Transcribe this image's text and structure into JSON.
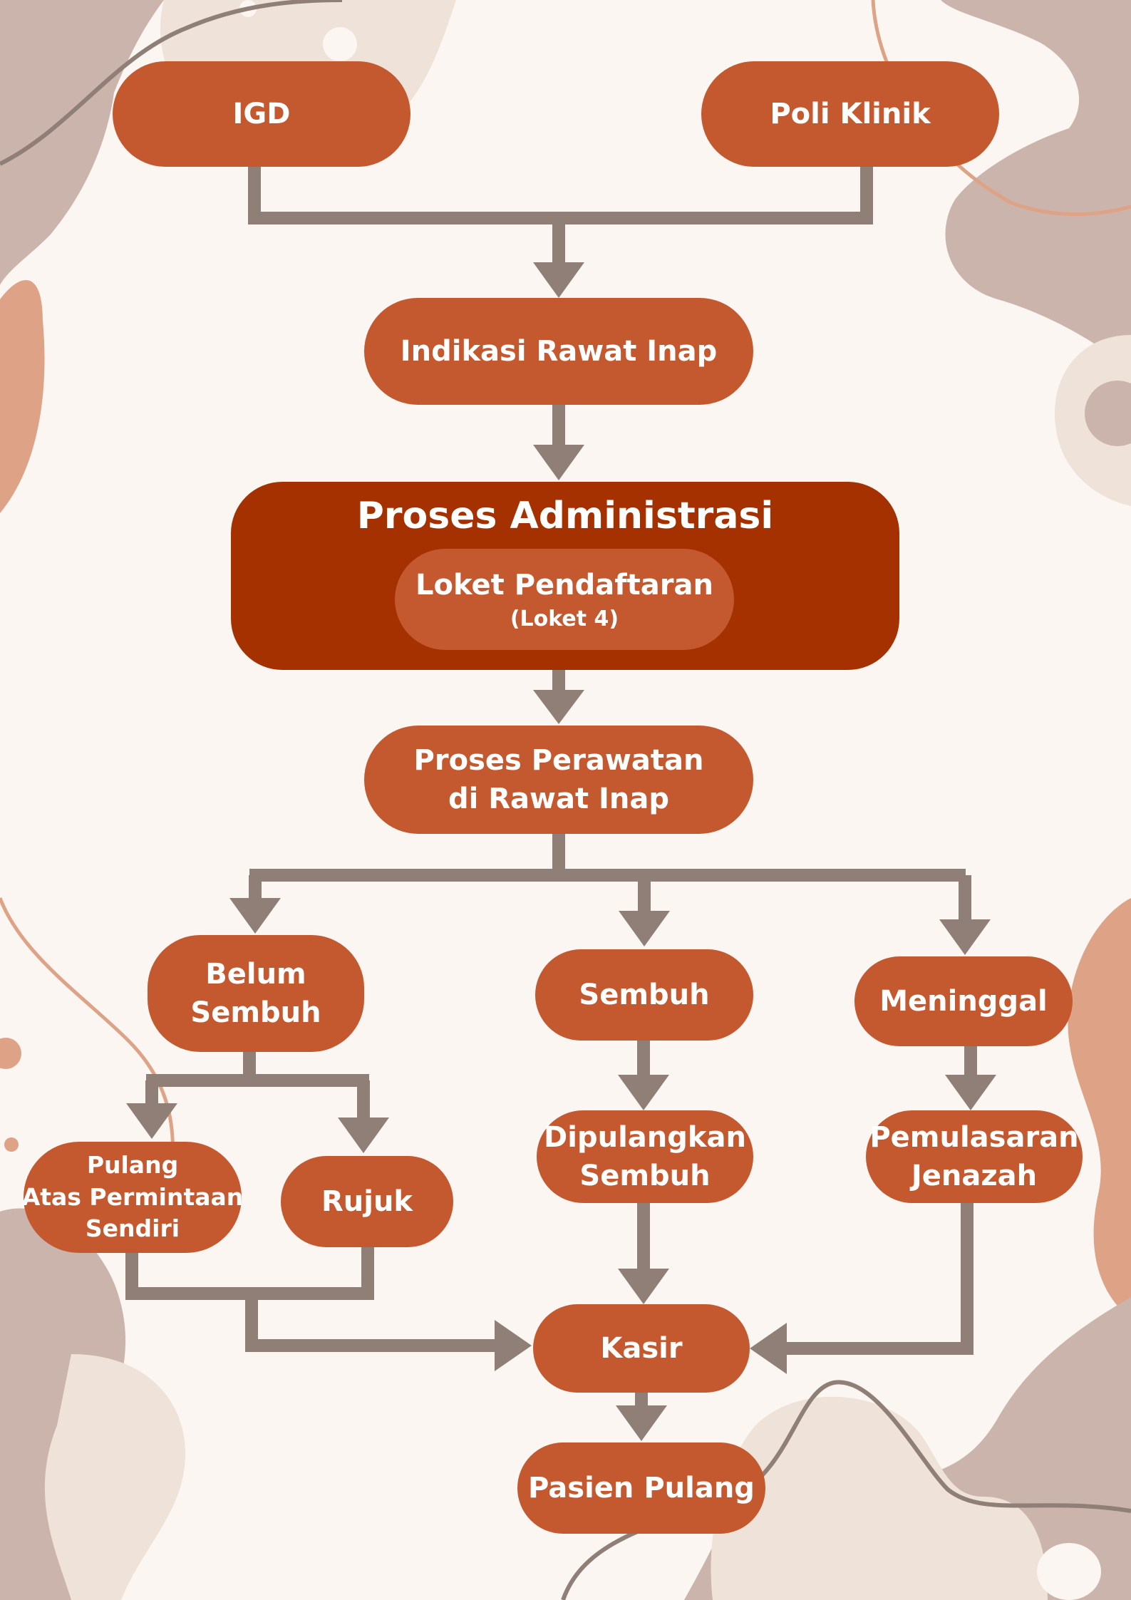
{
  "nodes": {
    "igd": "IGD",
    "poli_klinik": "Poli Klinik",
    "indikasi": "Indikasi Rawat Inap",
    "admin_title": "Proses Administrasi",
    "loket": "Loket Pendaftaran",
    "loket_sub": "(Loket 4)",
    "perawatan_1": "Proses Perawatan",
    "perawatan_2": "di Rawat Inap",
    "belum_1": "Belum",
    "belum_2": "Sembuh",
    "sembuh": "Sembuh",
    "meninggal": "Meninggal",
    "pulang_1": "Pulang",
    "pulang_2": "Atas Permintaan",
    "pulang_3": "Sendiri",
    "rujuk": "Rujuk",
    "dipulangkan_1": "Dipulangkan",
    "dipulangkan_2": "Sembuh",
    "pemulasaran_1": "Pemulasaran",
    "pemulasaran_2": "Jenazah",
    "kasir": "Kasir",
    "pasien_pulang": "Pasien Pulang"
  },
  "colors": {
    "node": "#c4582e",
    "admin_box": "#a53100",
    "connector": "#8f7f76",
    "background": "#fbf6f2"
  }
}
